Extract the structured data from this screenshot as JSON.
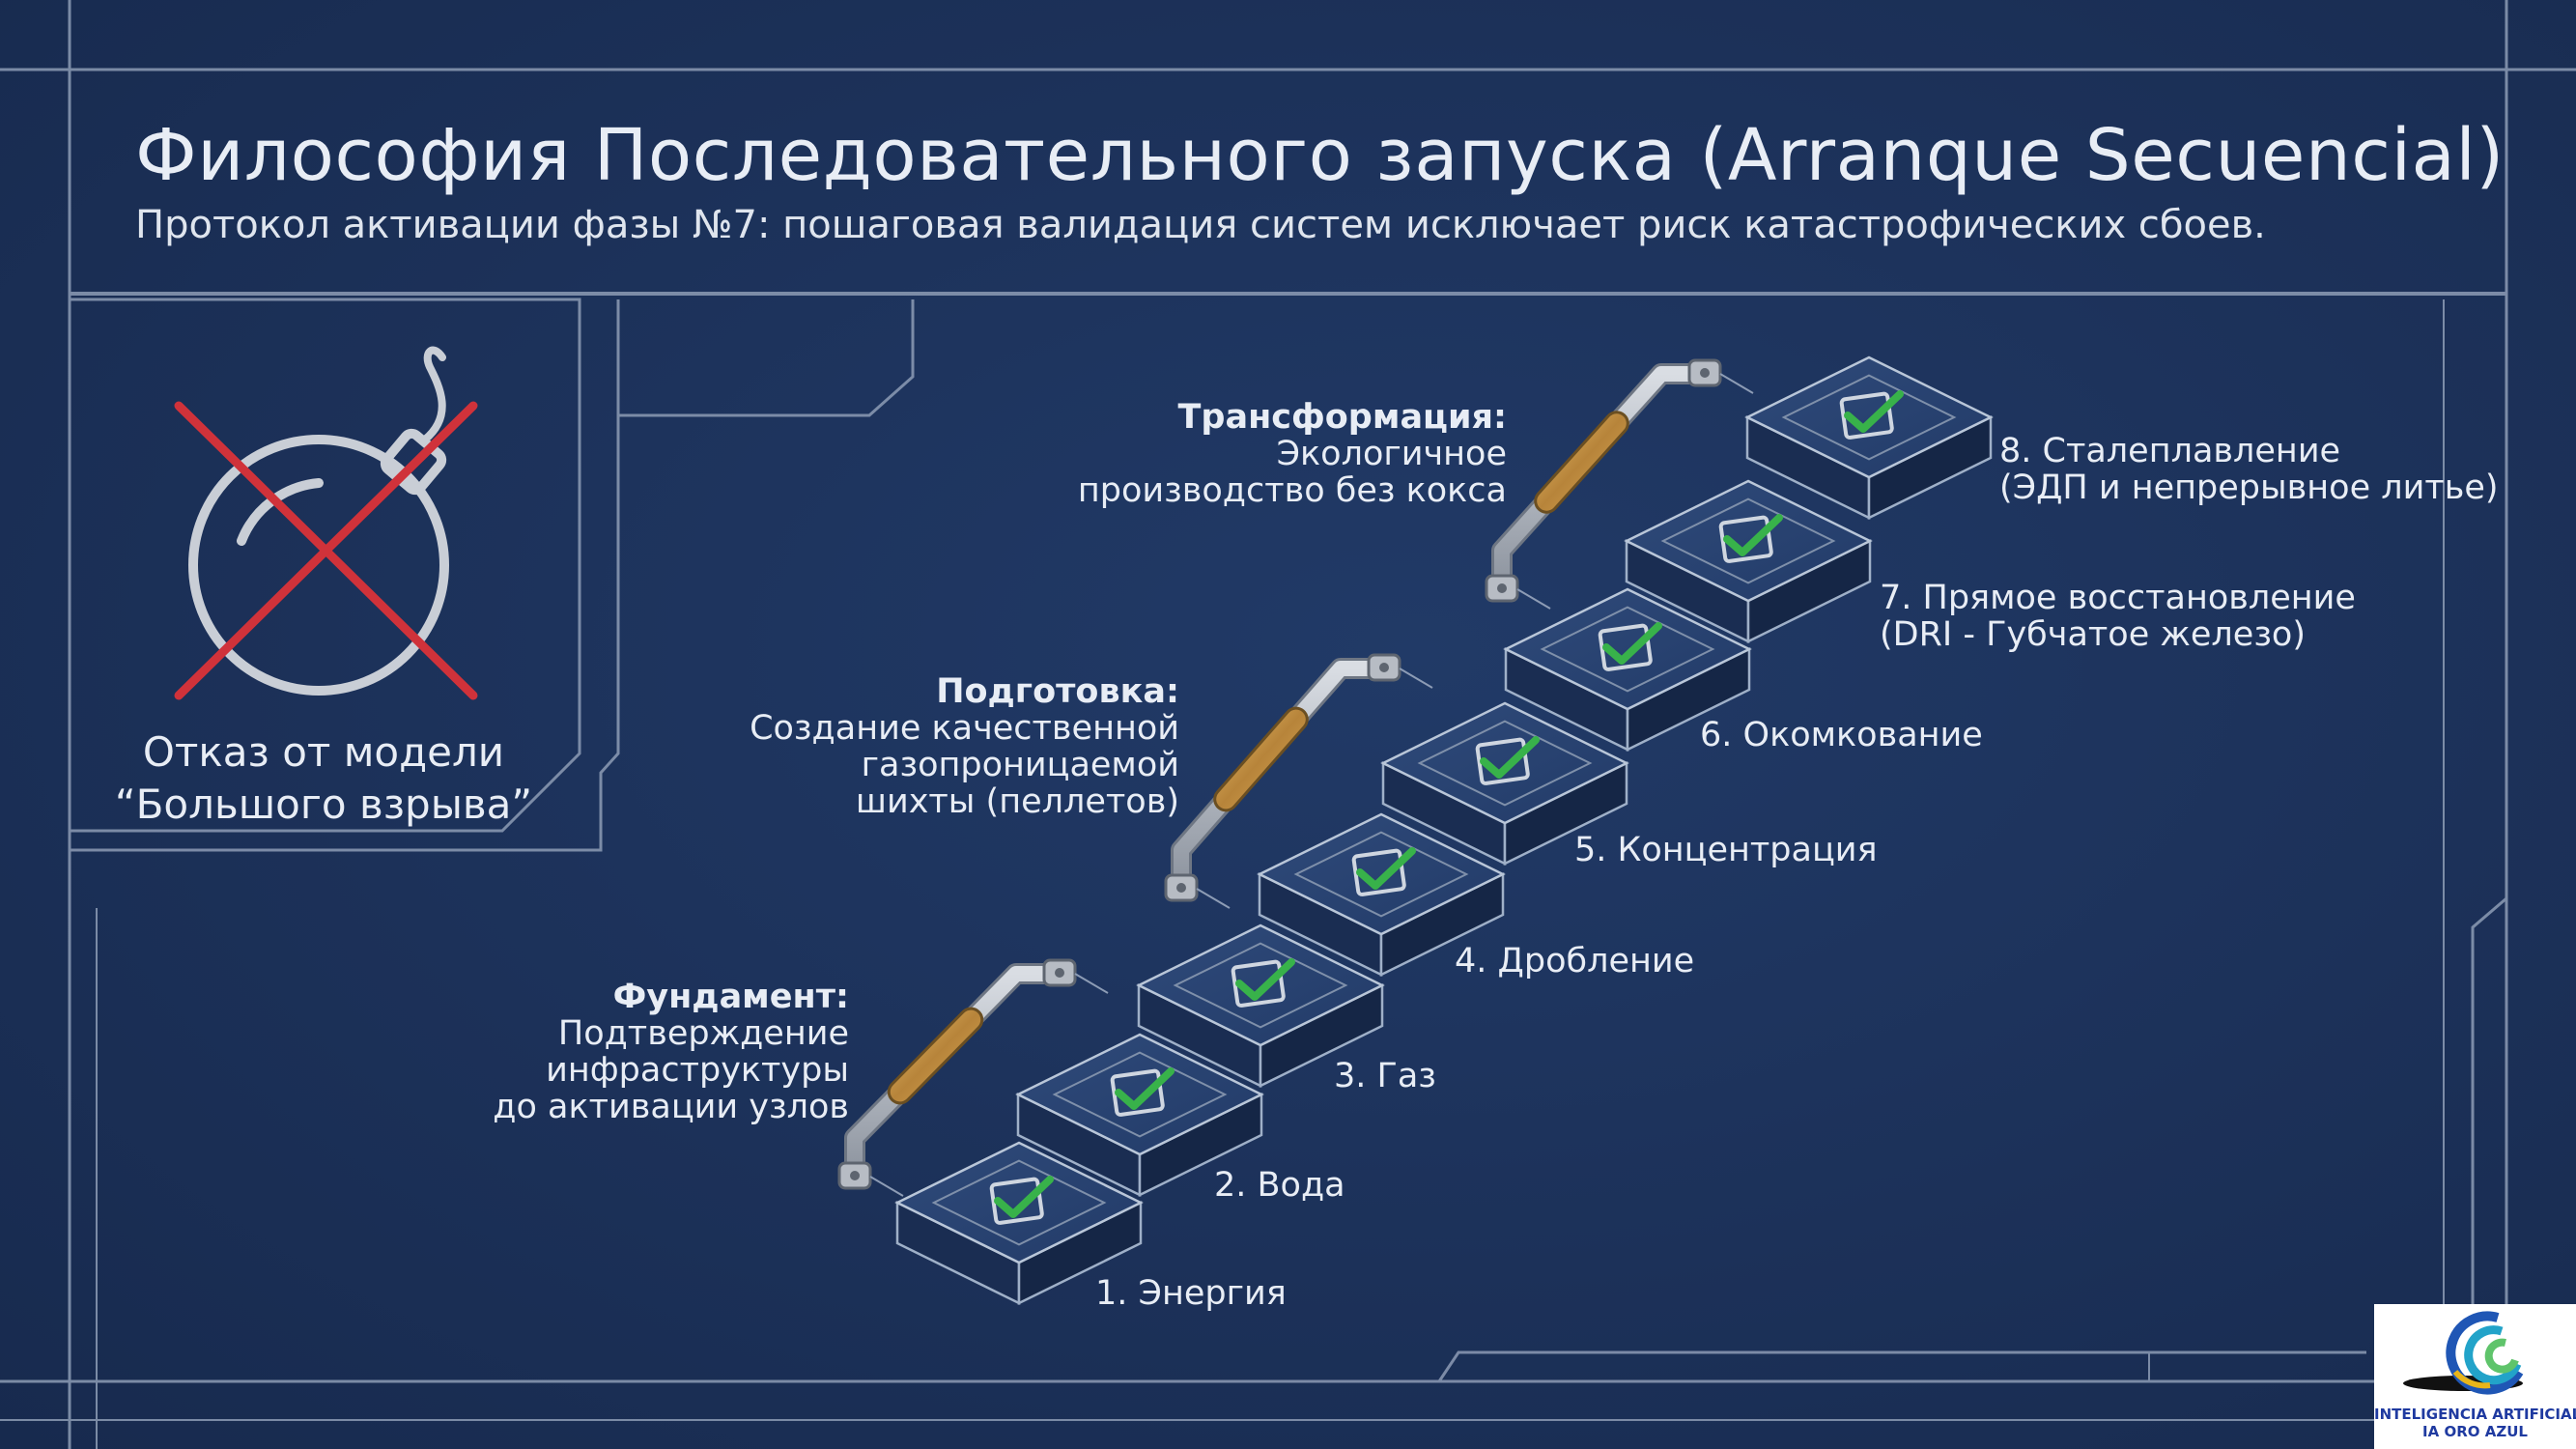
{
  "title": "Философия Последовательного запуска (Arranque Secuencial)",
  "subtitle": "Протокол активации фазы №7: пошаговая валидация систем исключает риск катастрофических сбоев.",
  "reject": {
    "line1": "Отказ от модели",
    "line2": "“Большого взрыва”"
  },
  "steps": [
    {
      "lines": [
        "1. Энергия"
      ]
    },
    {
      "lines": [
        "2. Вода"
      ]
    },
    {
      "lines": [
        "3. Газ"
      ]
    },
    {
      "lines": [
        "4. Дробление"
      ]
    },
    {
      "lines": [
        "5. Концентрация"
      ]
    },
    {
      "lines": [
        "6. Окомкование"
      ]
    },
    {
      "lines": [
        "7. Прямое восстановление",
        "(DRI - Губчатое железо)"
      ]
    },
    {
      "lines": [
        "8. Сталеплавление",
        "(ЭДП и непрерывное литье)"
      ]
    }
  ],
  "groups": [
    {
      "title": "Фундамент:",
      "lines": [
        "Подтверждение",
        "инфраструктуры",
        "до активации узлов"
      ]
    },
    {
      "title": "Подготовка:",
      "lines": [
        "Создание качественной",
        "газопроницаемой",
        "шихты (пеллетов)"
      ]
    },
    {
      "title": "Трансформация:",
      "lines": [
        "Экологичное",
        "производство без кокса"
      ]
    }
  ],
  "logo": {
    "line1": "INTELIGENCIA ARTIFICIAL",
    "line2": "IA ORO AZUL"
  },
  "colors": {
    "background": "#1c3159",
    "frame_line": "#8d9cb5",
    "check": "#38b24a",
    "cross": "#d0323a",
    "bracket_gold": "#c9963f"
  }
}
